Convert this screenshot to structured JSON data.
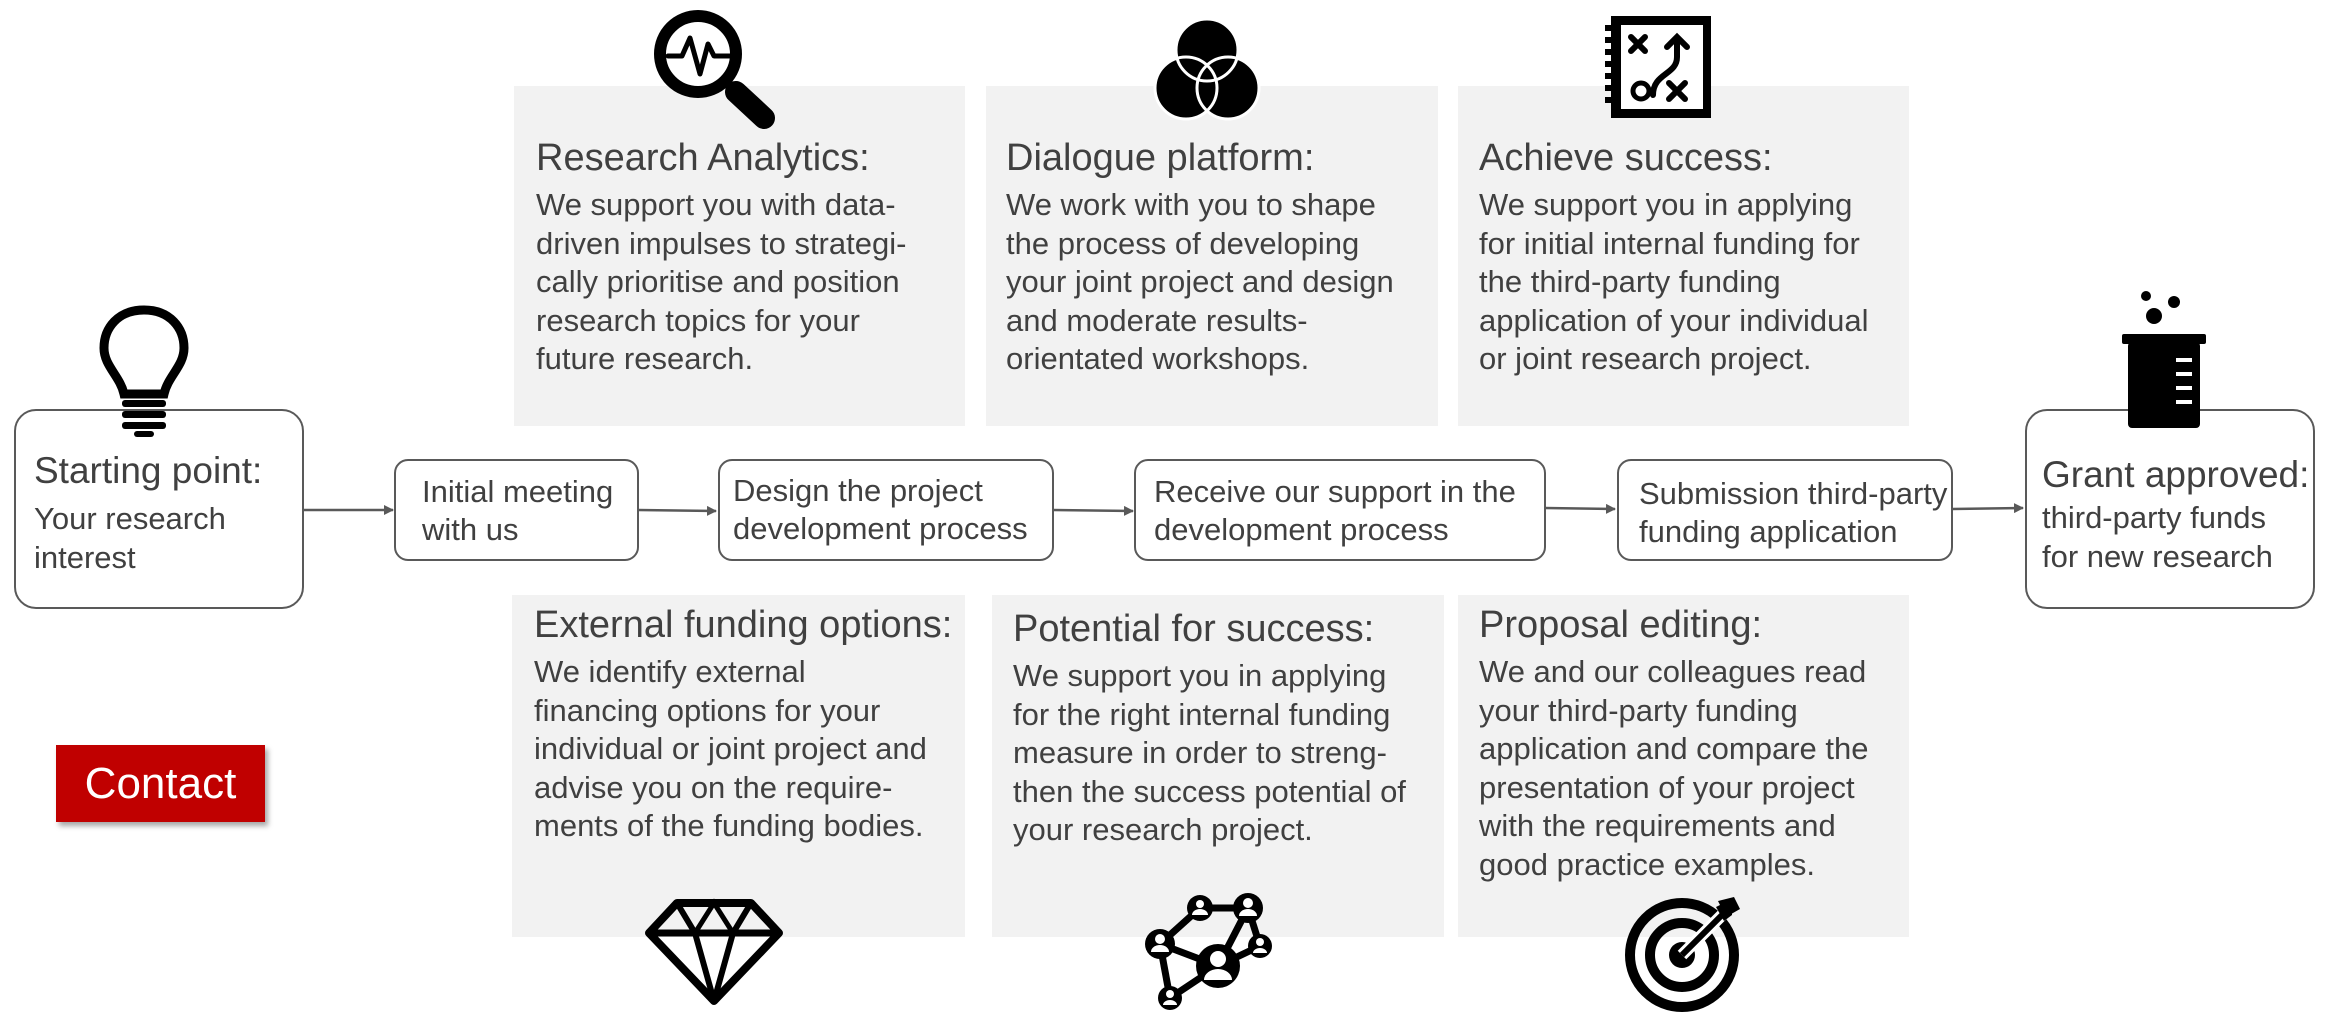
{
  "start": {
    "title": "Starting point:",
    "subtitle": "Your research\ninterest"
  },
  "end": {
    "title": "Grant approved:",
    "subtitle": "third-party funds\nfor new research"
  },
  "steps": [
    {
      "label": "Initial meeting\nwith us"
    },
    {
      "label": "Design the project\ndevelopment process"
    },
    {
      "label": "Receive our support in the\ndevelopment process"
    },
    {
      "label": "Submission third-party\nfunding application"
    }
  ],
  "top_panels": [
    {
      "title": "Research Analytics:",
      "body": "We support you with data-\ndriven impulses to strategi-\ncally prioritise and position\nresearch topics for your\nfuture research.",
      "icon": "analytics-magnifier-icon"
    },
    {
      "title": "Dialogue platform:",
      "body": "We work with you to shape\nthe process of developing\nyour joint project and design\nand moderate results-\norientated workshops.",
      "icon": "venn-diagram-icon"
    },
    {
      "title": "Achieve success:",
      "body": "We support you in applying\nfor initial internal funding for\nthe third-party funding\napplication of your individual\nor joint research project.",
      "icon": "strategy-board-icon"
    }
  ],
  "bottom_panels": [
    {
      "title": "External funding options:",
      "body": "We identify external\nfinancing options for your\nindividual or joint project and\nadvise you on the require-\nments of the funding bodies.",
      "icon": "diamond-icon"
    },
    {
      "title": "Potential for success:",
      "body": "We support you in applying\nfor the right internal funding\nmeasure in order to streng-\nthen the success potential of\nyour research project.",
      "icon": "people-network-icon"
    },
    {
      "title": "Proposal editing:",
      "body": "We and our colleagues read\nyour third-party funding\napplication and compare the\npresentation of your project\nwith the requirements and\ngood practice examples.",
      "icon": "target-icon"
    }
  ],
  "contact_label": "Contact",
  "icons": {
    "start": "lightbulb-icon",
    "end": "beaker-icon"
  },
  "colors": {
    "accent": "#c00000",
    "panel": "#f2f2f2",
    "text": "#404040",
    "border": "#595959"
  }
}
